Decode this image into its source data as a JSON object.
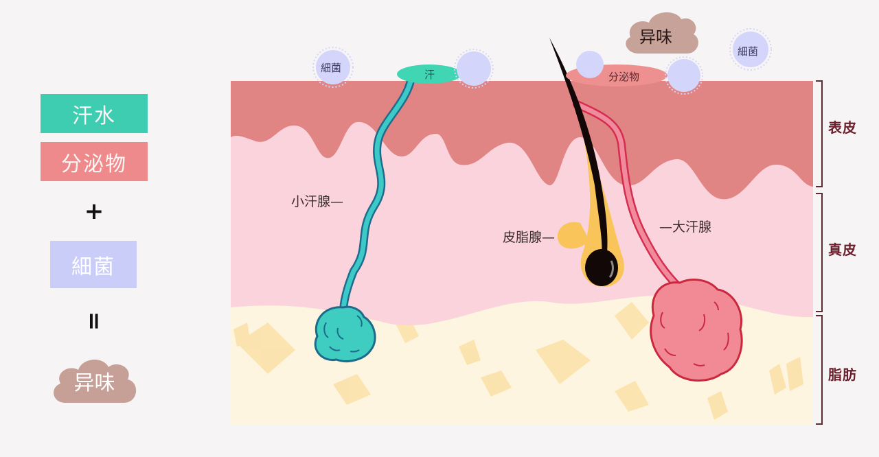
{
  "legend": {
    "sweat": "汗水",
    "secretion": "分泌物",
    "plus": "+",
    "bacteria": "細菌",
    "equals": "=",
    "odor": "异味",
    "colors": {
      "sweat": "#3fcdb2",
      "secretion": "#ee8a8c",
      "bacteria": "#c9cdf7",
      "odor": "#c69f96"
    }
  },
  "diagram": {
    "surface_labels": {
      "bacteria_left": "細菌",
      "sweat_drop": "汗",
      "odor_cloud": "异味",
      "bacteria_right": "細菌",
      "secretion_drop": "分泌物"
    },
    "gland_labels": {
      "eccrine": "小汗腺—",
      "sebaceous": "皮脂腺—",
      "apocrine": "—大汗腺"
    },
    "layers": [
      {
        "name": "表皮",
        "color": "#e08584"
      },
      {
        "name": "真皮",
        "color": "#fbd3dc"
      },
      {
        "name": "脂肪",
        "color": "#fdf5df"
      }
    ]
  }
}
